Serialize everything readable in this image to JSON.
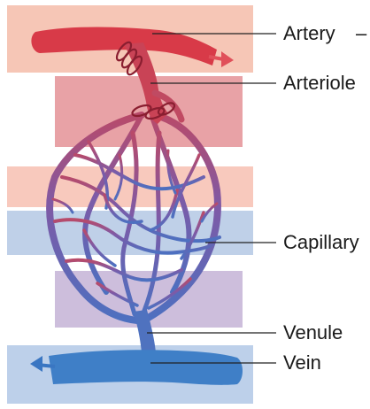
{
  "labels": {
    "artery": "Artery",
    "artery_dash": "–",
    "arteriole": "Arteriole",
    "capillary": "Capillary",
    "venule": "Venule",
    "vein": "Vein"
  },
  "colors": {
    "band_artery": "#f6c6b6",
    "band_arteriole": "#e8a2a6",
    "band_mid_pink": "#f8c9bd",
    "band_capillary": "#bfd0e8",
    "band_venule": "#cdbedc",
    "band_vein": "#bdd0ea",
    "artery_vessel": "#d83a48",
    "vein_vessel": "#3f7fc7",
    "capillary_mid": "#7a5aa8",
    "leader_line": "#222222"
  },
  "icons": {
    "artery_arrow": "arrow-right-icon",
    "vein_arrow": "arrow-left-icon",
    "sphincter": "coil-icon"
  }
}
